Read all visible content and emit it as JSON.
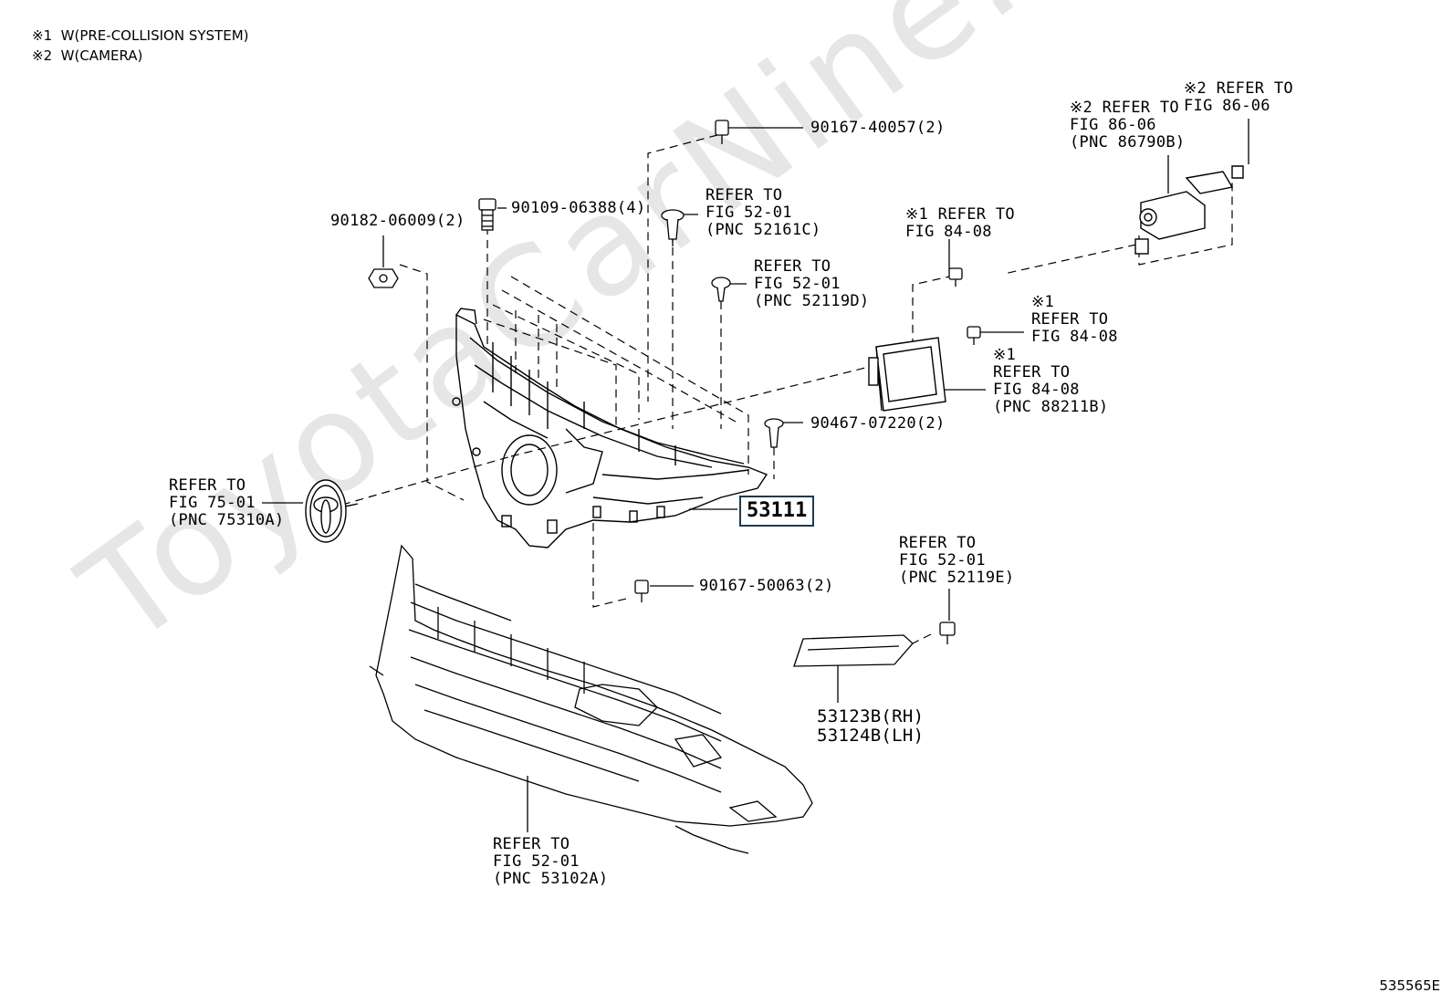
{
  "watermark": "ToyotaCarNine.ru",
  "legend": {
    "note1": "※1  W(PRE-COLLISION SYSTEM)",
    "note2": "※2  W(CAMERA)"
  },
  "labels": {
    "bolt_top": "90167-40057(2)",
    "bolt_left": "90109-06388(4)",
    "nut_left": "90182-06009(2)",
    "clip_52161c": "REFER TO\nFIG 52-01\n(PNC 52161C)",
    "screw_52119d": "REFER TO\nFIG 52-01\n(PNC 52119D)",
    "cam_ref_a": "※2 REFER TO\nFIG 86-06\n(PNC 86790B)",
    "cam_ref_b": "※2 REFER TO\nFIG 86-06",
    "radar_bolt_top": "※1 REFER TO\nFIG 84-08",
    "radar_bolt_side": "※1\nREFER TO\nFIG 84-08",
    "radar_unit": "※1\nREFER TO\nFIG 84-08\n(PNC 88211B)",
    "clip_bottom": "90467-07220(2)",
    "emblem": "REFER TO\nFIG 75-01\n(PNC 75310A)",
    "part_main": "53111",
    "bolt_bottom": "90167-50063(2)",
    "screw_52119e": "REFER TO\nFIG 52-01\n(PNC 52119E)",
    "cover": "53123B(RH)\n53124B(LH)",
    "bumper": "REFER TO\nFIG 52-01\n(PNC 53102A)"
  },
  "figure_id": "535565E"
}
